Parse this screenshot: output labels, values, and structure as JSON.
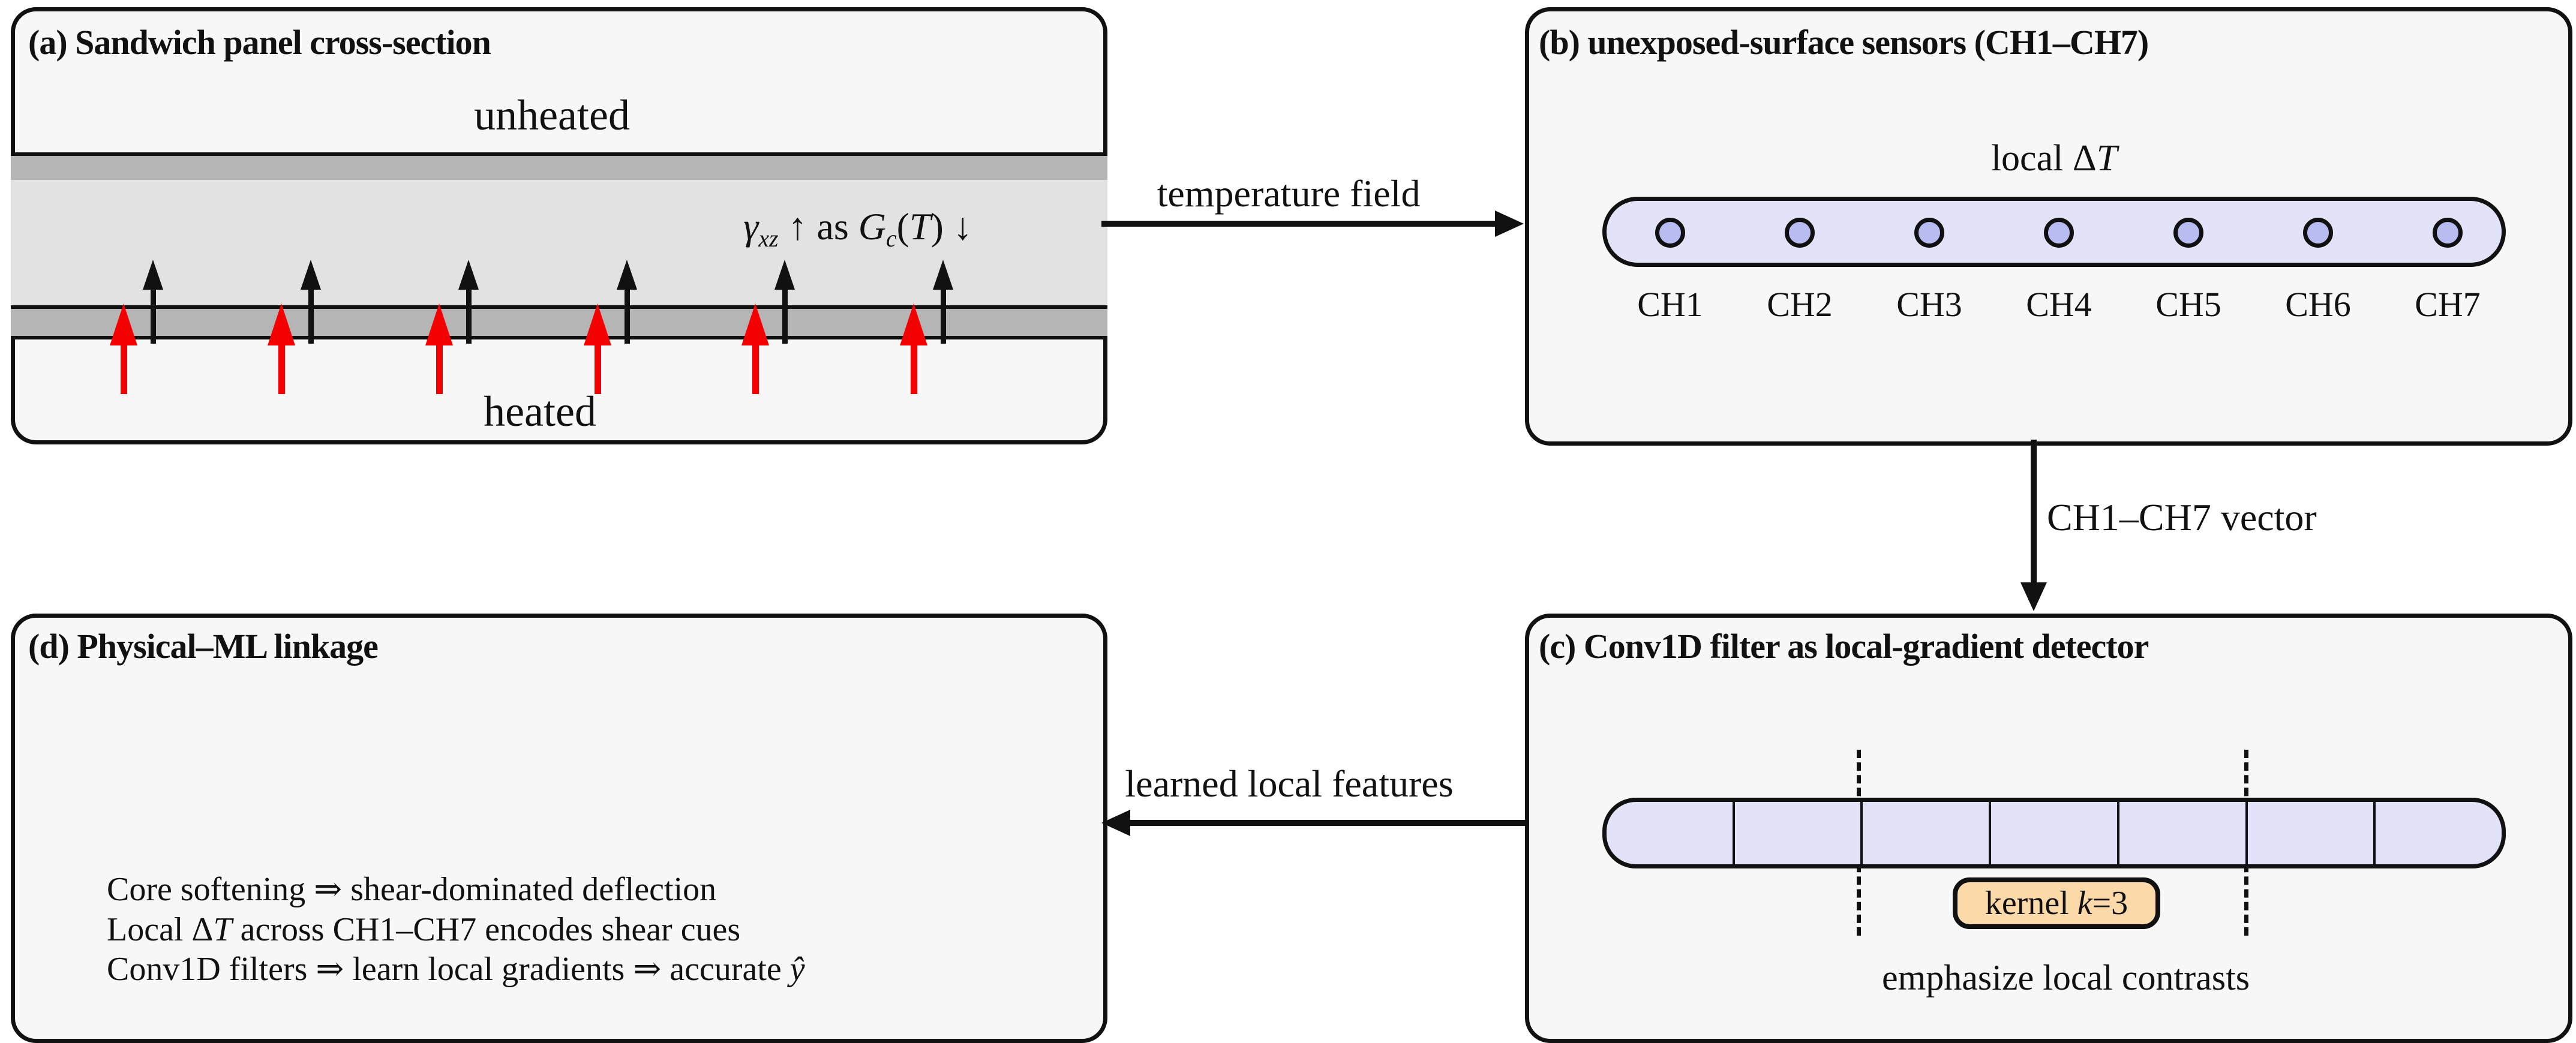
{
  "colors": {
    "panel_bg": "#f7f7f7",
    "panel_border": "#111111",
    "face_sheet_gray": "#b5b5b5",
    "core_gray": "#e2e2e2",
    "sensor_strip_lavender": "#e2e3f9",
    "sensor_dot_purple": "#b9bcf0",
    "kernel_peach": "#fcd9a8",
    "heat_arrow_red": "#f40000"
  },
  "panel_a": {
    "title": "(a) Sandwich panel cross-section",
    "unheated_label": "unheated",
    "heated_label": "heated",
    "formula": {
      "gamma": "γ",
      "gamma_sub": "xz",
      "up": "↑",
      "as_word": "as",
      "G": "G",
      "G_sub": "c",
      "paren_open": "(",
      "T": "T",
      "paren_close": ")",
      "down": "↓"
    }
  },
  "panel_b": {
    "title": "(b) unexposed-surface sensors (CH1–CH7)",
    "local_dt_prefix": "local Δ",
    "local_dt_T": "T",
    "channels": [
      "CH1",
      "CH2",
      "CH3",
      "CH4",
      "CH5",
      "CH6",
      "CH7"
    ]
  },
  "panel_c": {
    "title": "(c) Conv1D filter as local-gradient detector",
    "kernel_prefix": "kernel ",
    "kernel_k": "k",
    "kernel_suffix": "=3",
    "caption": "emphasize local contrasts"
  },
  "panel_d": {
    "title": "(d) Physical–ML linkage",
    "line1": "Core softening ⇒ shear-dominated deflection",
    "line2_prefix": "Local Δ",
    "line2_T": "T",
    "line2_suffix": " across CH1–CH7 encodes shear cues",
    "line3_prefix": "Conv1D filters ⇒ learn local gradients ⇒ accurate ",
    "line3_yhat": "ŷ"
  },
  "arrows": {
    "temperature_label": "temperature field",
    "vector_label": "CH1–CH7 vector",
    "features_label": "learned local features"
  }
}
